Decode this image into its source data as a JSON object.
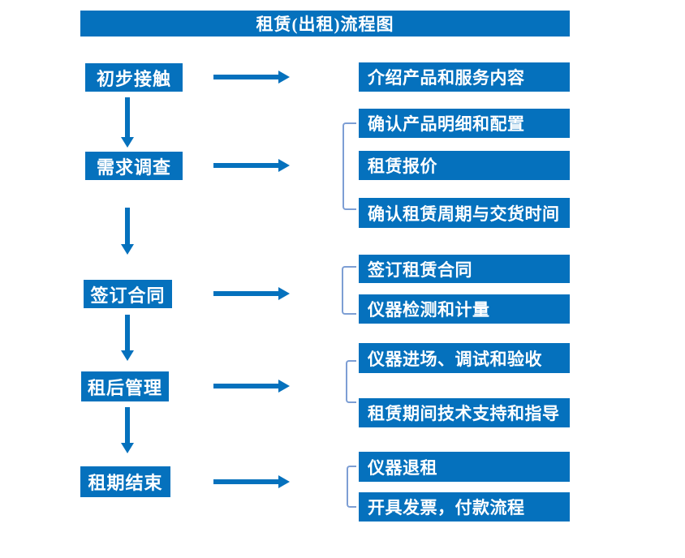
{
  "title": "租赁(出租)流程图",
  "colors": {
    "primary": "#0571bd",
    "bracket": "#7d9ed4",
    "boxText": "#ffffff",
    "background": "#ffffff"
  },
  "steps": [
    {
      "label": "初步接触",
      "outputs": [
        "介绍产品和服务内容"
      ]
    },
    {
      "label": "需求调查",
      "outputs": [
        "确认产品明细和配置",
        "租赁报价",
        "确认租赁周期与交货时间"
      ]
    },
    {
      "label": "签订合同",
      "outputs": [
        "签订租赁合同",
        "仪器检测和计量"
      ]
    },
    {
      "label": "租后管理",
      "outputs": [
        "仪器进场、调试和验收",
        "租赁期间技术支持和指导"
      ]
    },
    {
      "label": "租期结束",
      "outputs": [
        "仪器退租",
        "开具发票，付款流程"
      ]
    }
  ]
}
